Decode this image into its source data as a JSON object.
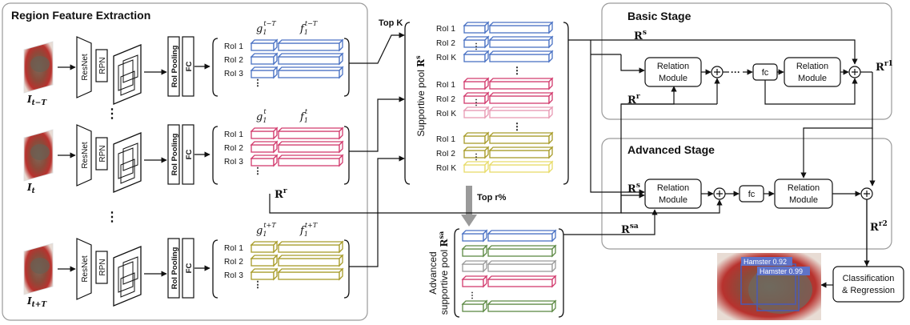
{
  "sections": {
    "extraction_title": "Region Feature Extraction",
    "basic_title": "Basic Stage",
    "advanced_title": "Advanced Stage"
  },
  "frames": [
    {
      "label": "I",
      "sub": "t−T",
      "g_sup": "t−T",
      "f_sup": "t−T"
    },
    {
      "label": "I",
      "sub": "t",
      "g_sup": "t",
      "f_sup": "t"
    },
    {
      "label": "I",
      "sub": "t+T",
      "g_sup": "t+T",
      "f_sup": "t+T"
    }
  ],
  "modules": {
    "resnet": "ResNet",
    "rpn": "RPN",
    "roi_pooling": "RoI Pooling",
    "fc": "FC"
  },
  "roi_labels": [
    "RoI 1",
    "RoI 2",
    "RoI 3"
  ],
  "pool_labels": {
    "group": [
      "RoI 1",
      "RoI 2",
      "RoI K"
    ]
  },
  "symbols": {
    "g": "g",
    "g_sub": "1",
    "f": "f",
    "f_sub": "1",
    "Rr": "R",
    "Rr_sup": "r",
    "Rs": "R",
    "Rs_sup": "s",
    "Rsa": "R",
    "Rsa_sup": "sa",
    "Rr1": "R",
    "Rr1_sup": "r1",
    "Rr2": "R",
    "Rr2_sup": "r2",
    "ellipsis": "⋮",
    "hdots": "···"
  },
  "labels": {
    "top_k": "Top K",
    "top_r": "Top r%",
    "supportive_pool": "Supportive pool ",
    "advanced_pool_line1": "Advanced",
    "advanced_pool_line2": "supportive pool ",
    "relation_module_1": "Relation",
    "relation_module_2": "Module",
    "fc_small": "fc",
    "cls_1": "Classification",
    "cls_2": "& Regression",
    "det1": "Hamster 0.92",
    "det2": "Hamster 0.99"
  },
  "colors": {
    "blue": "#4a72c4",
    "red": "#d23c6e",
    "olive": "#a89c2a",
    "green": "#5e8a45",
    "gray": "#9a9a9a",
    "pink": "#e89ab4",
    "yellow": "#e8dc6a",
    "panel_border": "#9a9a9a"
  }
}
